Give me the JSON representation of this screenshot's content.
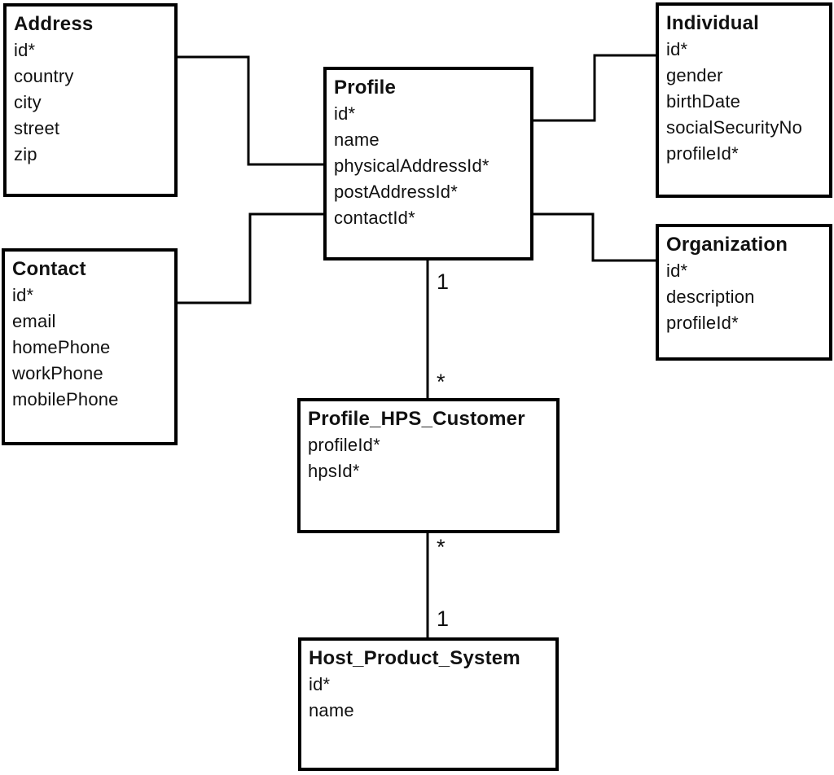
{
  "diagram": {
    "kind": "entity-relationship-diagram",
    "colors": {
      "background": "#ffffff",
      "line": "#000000",
      "text": "#111111"
    },
    "entities": {
      "address": {
        "title": "Address",
        "fields": [
          "id*",
          "country",
          "city",
          "street",
          "zip"
        ]
      },
      "contact": {
        "title": "Contact",
        "fields": [
          "id*",
          "email",
          "homePhone",
          "workPhone",
          "mobilePhone"
        ]
      },
      "profile": {
        "title": "Profile",
        "fields": [
          "id*",
          "name",
          "physicalAddressId*",
          "postAddressId*",
          "contactId*"
        ]
      },
      "individual": {
        "title": "Individual",
        "fields": [
          "id*",
          "gender",
          "birthDate",
          "socialSecurityNo",
          "profileId*"
        ]
      },
      "organization": {
        "title": "Organization",
        "fields": [
          "id*",
          "description",
          "profileId*"
        ]
      },
      "profile_hps_customer": {
        "title": "Profile_HPS_Customer",
        "fields": [
          "profileId*",
          "hpsId*"
        ]
      },
      "host_product_system": {
        "title": "Host_Product_System",
        "fields": [
          "id*",
          "name"
        ]
      }
    },
    "multiplicities": {
      "profile_to_customer_near_profile": "1",
      "profile_to_customer_near_customer": "*",
      "customer_to_host_near_customer": "*",
      "customer_to_host_near_host": "1"
    }
  }
}
